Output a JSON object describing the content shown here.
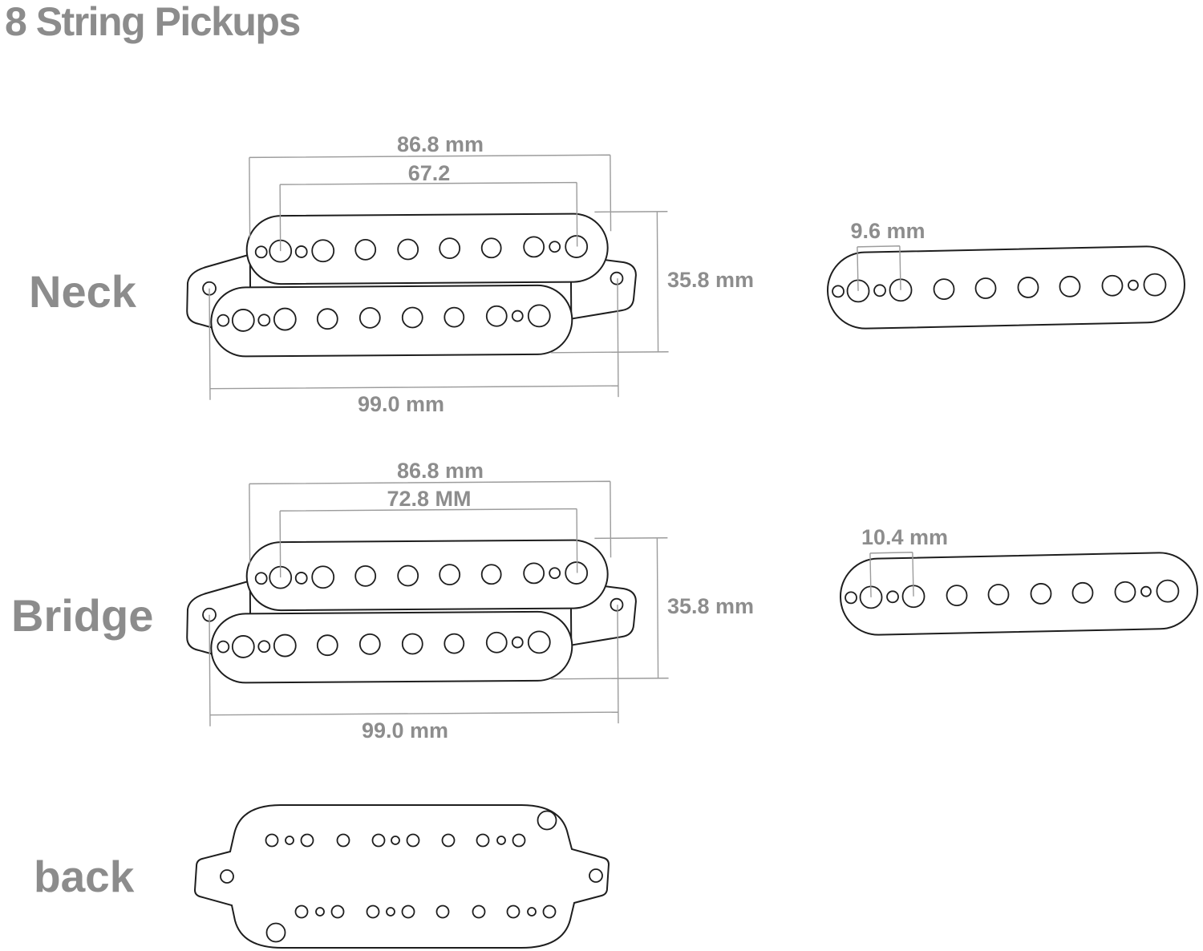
{
  "title": "8 String Pickups",
  "colors": {
    "label_gray": "#8c8c8c",
    "dimension_text_gray": "#8d8d8d",
    "dimension_line_gray": "#9c9c9c",
    "drawing_line": "#1e1e1e",
    "background": "#ffffff"
  },
  "neck": {
    "label": "Neck",
    "humbucker": {
      "coil_width": "86.8 mm",
      "pole_span": "67.2",
      "body_height": "35.8 mm",
      "mount_span": "99.0 mm"
    },
    "single": {
      "pole_spacing": "9.6 mm"
    }
  },
  "bridge": {
    "label": "Bridge",
    "humbucker": {
      "coil_width": "86.8 mm",
      "pole_span": "72.8 MM",
      "body_height": "35.8 mm",
      "mount_span": "99.0 mm"
    },
    "single": {
      "pole_spacing": "10.4 mm"
    }
  },
  "back": {
    "label": "back"
  }
}
